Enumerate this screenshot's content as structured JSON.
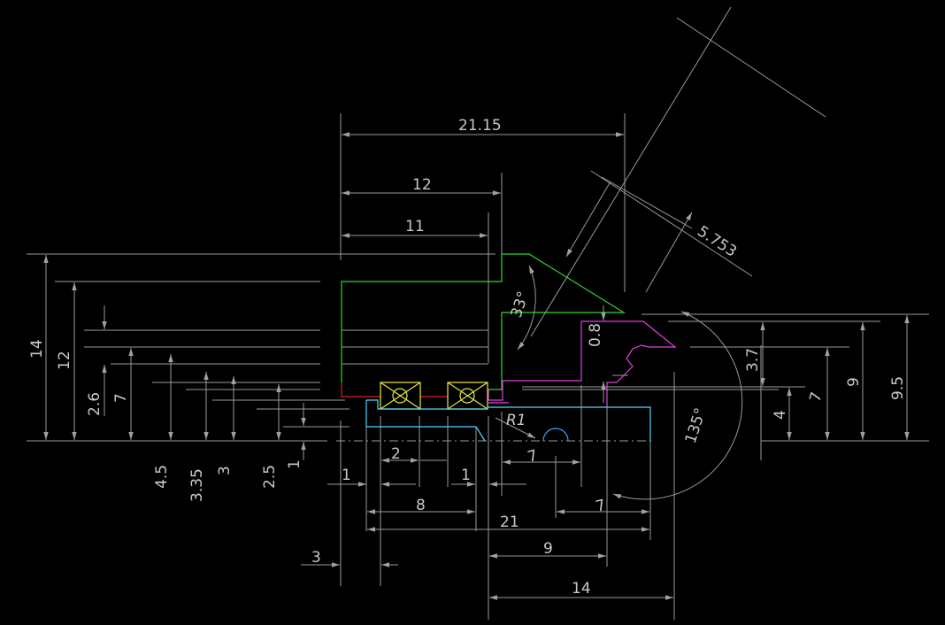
{
  "colors": {
    "background": "#000000",
    "dimension": "#a0a0a0",
    "dimension_text": "#c8c8c8",
    "outline_green": "#2fd62f",
    "outline_magenta": "#e040e0",
    "outline_cyan": "#55d7ff",
    "outline_red": "#e02020",
    "bearing_yellow": "#e8e840",
    "arc_blue": "#3aa0ff"
  },
  "dimensions": {
    "top": [
      "21.15",
      "12",
      "11"
    ],
    "slanted": "5.753",
    "angles": [
      "33°",
      "135°"
    ],
    "radius": "R1",
    "left_vertical": [
      "14",
      "12",
      "2.6",
      "7"
    ],
    "left_bottom": [
      "4.5",
      "3.35",
      "3",
      "2.5",
      "1"
    ],
    "right_vertical": [
      "0.8",
      "3.7",
      "7",
      "9",
      "9.5",
      "4"
    ],
    "bottom_horizontal": [
      "2",
      "1",
      "1",
      "7",
      "8",
      "21",
      "7",
      "9",
      "3",
      "14"
    ]
  }
}
